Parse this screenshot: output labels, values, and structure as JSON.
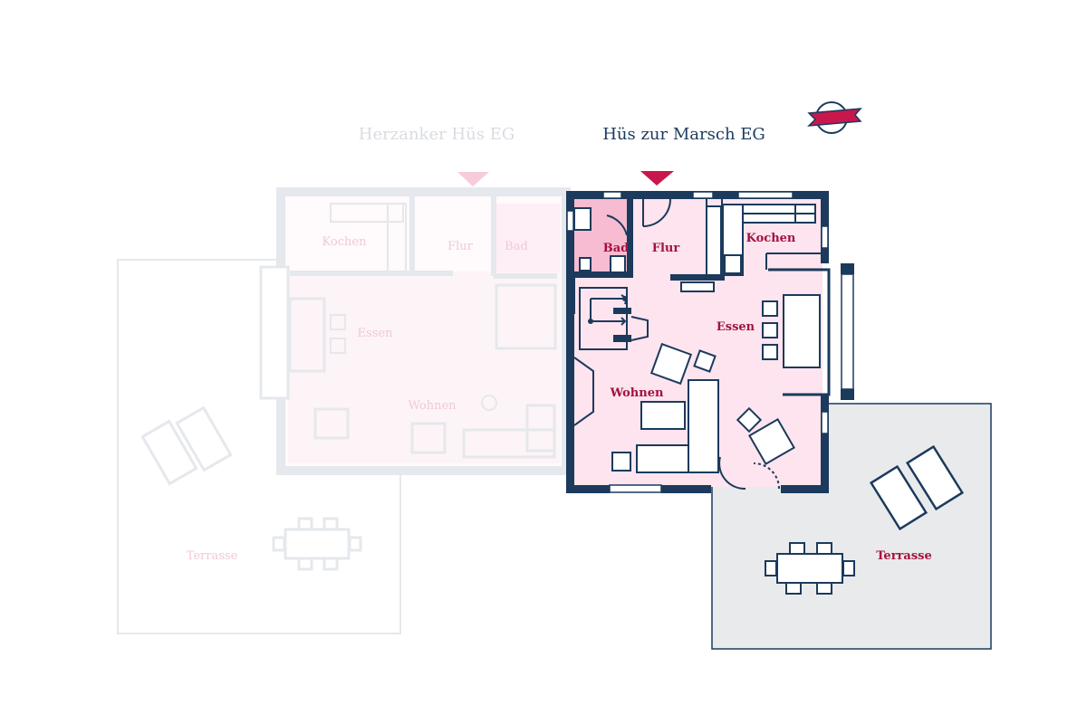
{
  "units": {
    "left": {
      "title": "Herzanker Hüs EG",
      "rooms": {
        "kochen": "Kochen",
        "flur": "Flur",
        "bad": "Bad",
        "essen": "Essen",
        "wohnen": "Wohnen",
        "terrasse": "Terrasse"
      }
    },
    "right": {
      "title": "Hüs zur Marsch EG",
      "rooms": {
        "bad": "Bad",
        "flur": "Flur",
        "kochen": "Kochen",
        "essen": "Essen",
        "wohnen": "Wohnen",
        "terrasse": "Terrasse"
      }
    }
  },
  "logo": {
    "name": "compass-ribbon-icon"
  },
  "colors": {
    "wall": "#1b3a5c",
    "accent": "#c8174c",
    "room_fill": "#fde4ee",
    "terrace_fill": "#e9eaeb",
    "faded_text": "#d8dce1",
    "faded_room_text": "#f0c9d6"
  }
}
